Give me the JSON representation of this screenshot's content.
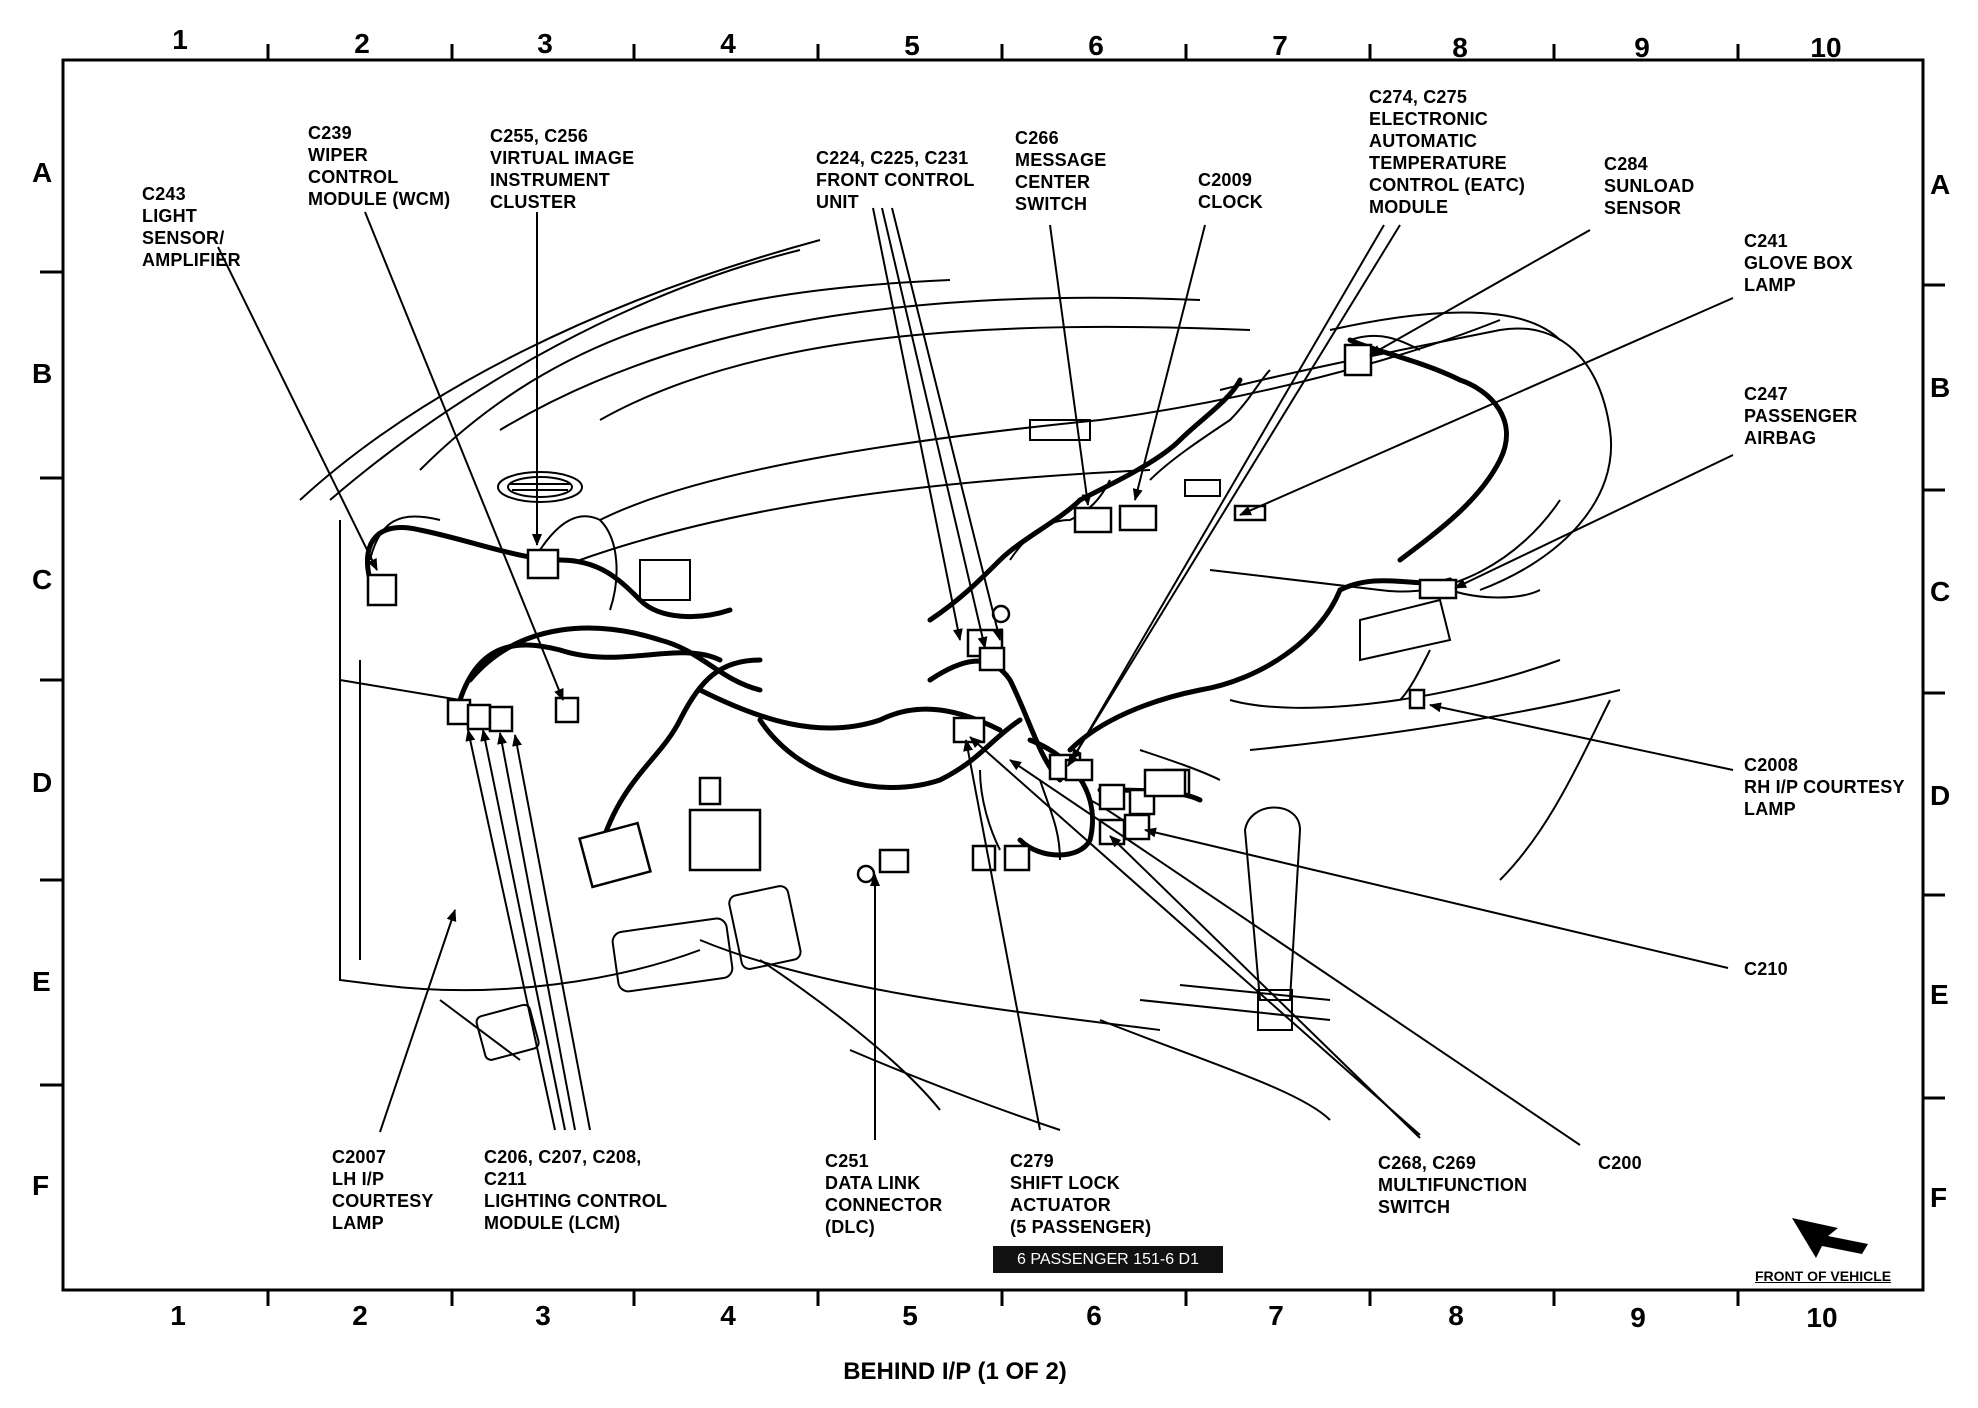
{
  "title": "BEHIND I/P (1 OF 2)",
  "badge": "6 PASSENGER 151-6 D1",
  "front_label": "FRONT OF VEHICLE",
  "grid": {
    "columns": [
      "1",
      "2",
      "3",
      "4",
      "5",
      "6",
      "7",
      "8",
      "9",
      "10"
    ],
    "rows": [
      "A",
      "B",
      "C",
      "D",
      "E",
      "F"
    ]
  },
  "labels": [
    {
      "id": "c243",
      "text": "C243\nLIGHT\nSENSOR/\nAMPLIFIER"
    },
    {
      "id": "c239",
      "text": "C239\nWIPER\nCONTROL\nMODULE (WCM)"
    },
    {
      "id": "c255",
      "text": "C255, C256\nVIRTUAL IMAGE\nINSTRUMENT\nCLUSTER"
    },
    {
      "id": "c224",
      "text": "C224, C225, C231\nFRONT CONTROL\nUNIT"
    },
    {
      "id": "c266",
      "text": "C266\nMESSAGE\nCENTER\nSWITCH"
    },
    {
      "id": "c2009",
      "text": "C2009\nCLOCK"
    },
    {
      "id": "c274",
      "text": "C274, C275\nELECTRONIC\nAUTOMATIC\nTEMPERATURE\nCONTROL (EATC)\nMODULE"
    },
    {
      "id": "c284",
      "text": "C284\nSUNLOAD\nSENSOR"
    },
    {
      "id": "c241",
      "text": "C241\nGLOVE BOX\nLAMP"
    },
    {
      "id": "c247",
      "text": "C247\nPASSENGER\nAIRBAG"
    },
    {
      "id": "c2008",
      "text": "C2008\nRH I/P COURTESY\nLAMP"
    },
    {
      "id": "c210",
      "text": "C210"
    },
    {
      "id": "c200",
      "text": "C200"
    },
    {
      "id": "c268",
      "text": "C268, C269\nMULTIFUNCTION\nSWITCH"
    },
    {
      "id": "c279",
      "text": "C279\nSHIFT LOCK\nACTUATOR\n(5 PASSENGER)"
    },
    {
      "id": "c251",
      "text": "C251\nDATA LINK\nCONNECTOR\n(DLC)"
    },
    {
      "id": "c206",
      "text": "C206, C207, C208,\nC211\nLIGHTING CONTROL\nMODULE (LCM)"
    },
    {
      "id": "c2007",
      "text": "C2007\nLH I/P\nCOURTESY\nLAMP"
    }
  ]
}
